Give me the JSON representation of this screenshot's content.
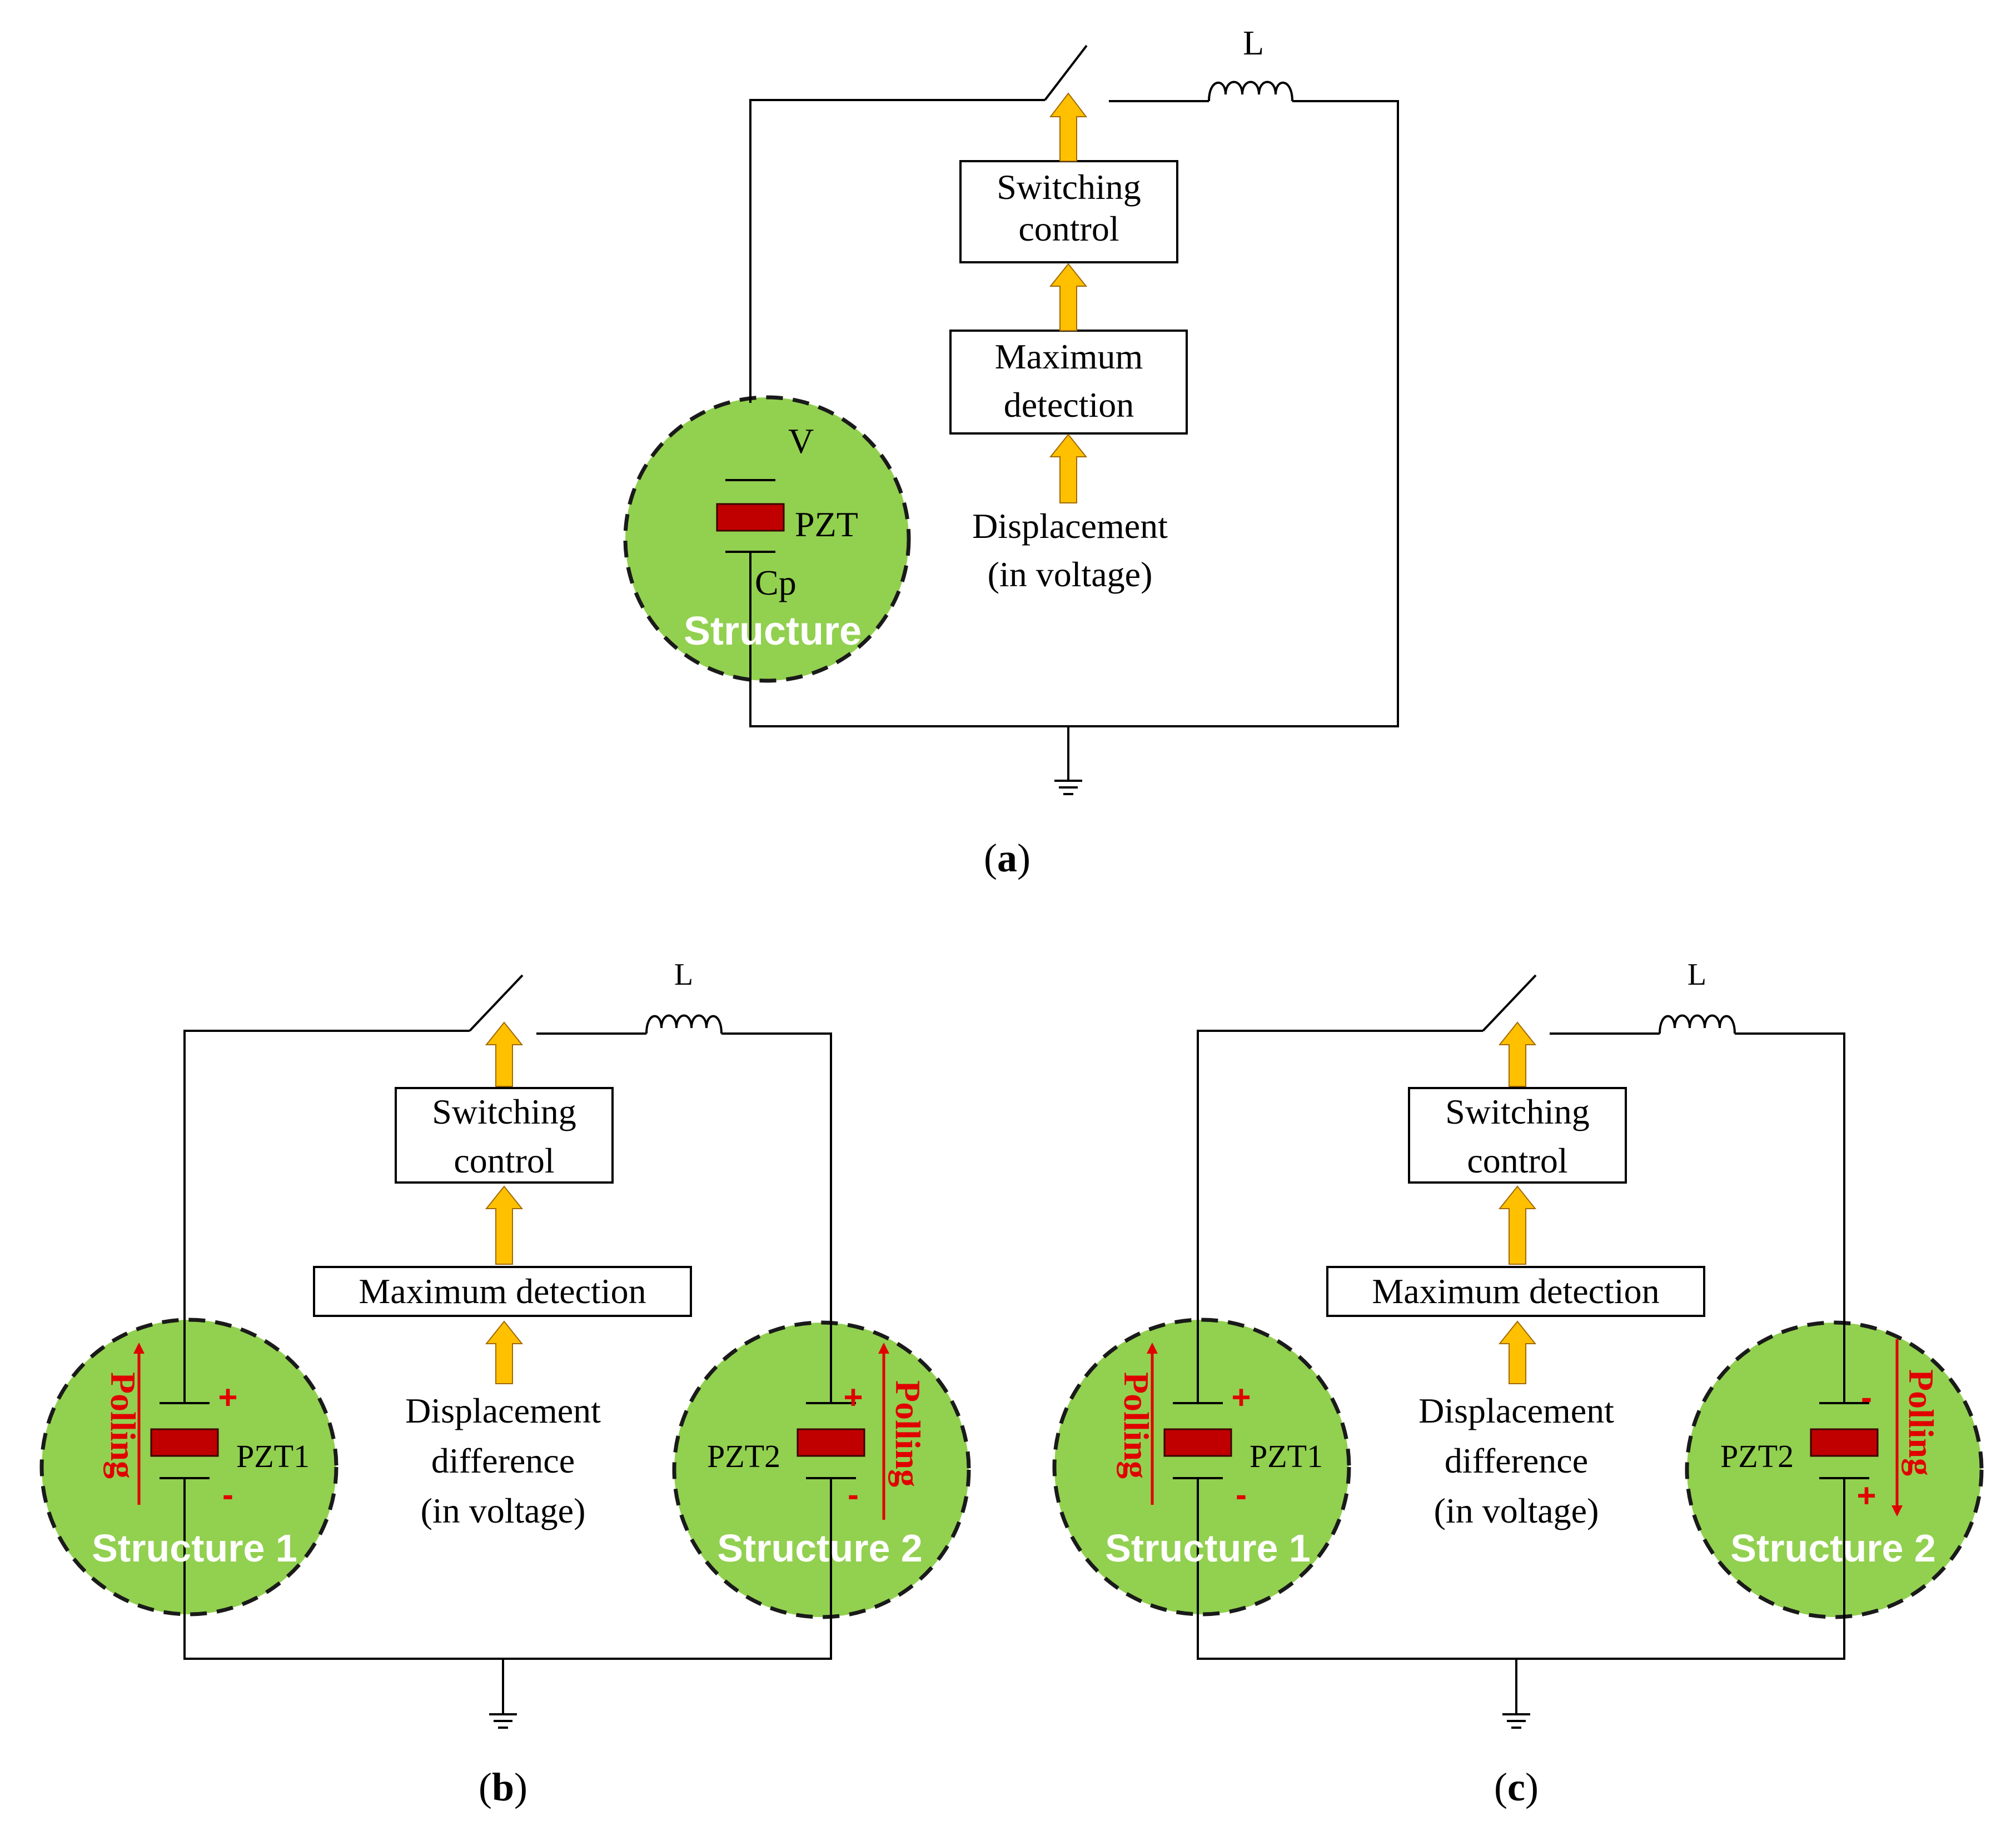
{
  "colors": {
    "structure_fill": "#92d050",
    "pzt_fill": "#c00000",
    "signal_arrow": "#ffc000",
    "polling_red": "#e00000",
    "structure_text": "#ffffff",
    "wire": "#000000"
  },
  "panel_a": {
    "caption": "(a)",
    "caption_letter": "a",
    "inductor_label": "L",
    "switching_line1": "Switching",
    "switching_line2": "control",
    "maximum_line1": "Maximum",
    "maximum_line2": "detection",
    "input_line1": "Displacement",
    "input_line2": "(in voltage)",
    "voltage_label": "V",
    "pzt_label": "PZT",
    "cap_label": "Cp",
    "structure_label": "Structure"
  },
  "panel_b": {
    "caption": "(b)",
    "caption_letter": "b",
    "inductor_label": "L",
    "switching_line1": "Switching",
    "switching_line2": "control",
    "maximum_label": "Maximum detection",
    "input_line1": "Displacement",
    "input_line2": "difference",
    "input_line3": "(in voltage)",
    "left": {
      "pzt_label": "PZT1",
      "structure_label": "Structure 1",
      "polling": "Polling",
      "top_sign": "+",
      "bottom_sign": "-"
    },
    "right": {
      "pzt_label": "PZT2",
      "structure_label": "Structure 2",
      "polling": "Polling",
      "top_sign": "+",
      "bottom_sign": "-"
    }
  },
  "panel_c": {
    "caption": "(c)",
    "caption_letter": "c",
    "inductor_label": "L",
    "switching_line1": "Switching",
    "switching_line2": "control",
    "maximum_label": "Maximum detection",
    "input_line1": "Displacement",
    "input_line2": "difference",
    "input_line3": "(in voltage)",
    "left": {
      "pzt_label": "PZT1",
      "structure_label": "Structure 1",
      "polling": "Polling",
      "top_sign": "+",
      "bottom_sign": "-"
    },
    "right": {
      "pzt_label": "PZT2",
      "structure_label": "Structure 2",
      "polling": "Polling",
      "top_sign": "-",
      "bottom_sign": "+"
    }
  }
}
